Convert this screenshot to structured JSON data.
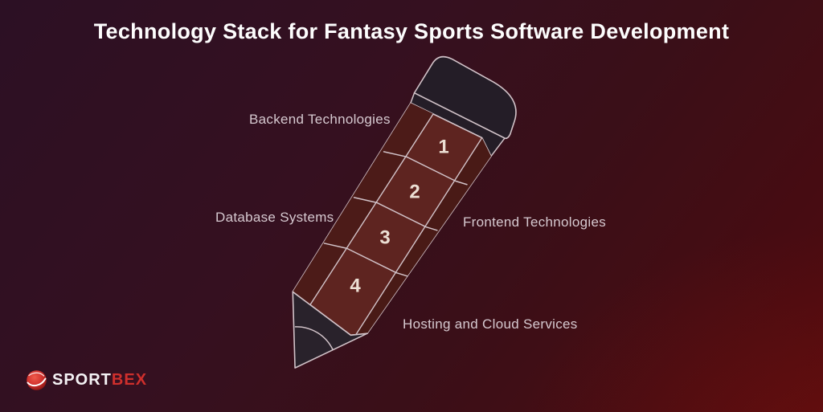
{
  "title": "Technology Stack for Fantasy Sports Software Development",
  "diagram": {
    "type": "pencil-stack",
    "description": "Tilted pencil split into 4 numbered segments, labels alternating left/right",
    "items": [
      {
        "number": "1",
        "label": "Backend Technologies",
        "side": "left"
      },
      {
        "number": "2",
        "label": "Frontend Technologies",
        "side": "right"
      },
      {
        "number": "3",
        "label": "Database Systems",
        "side": "left"
      },
      {
        "number": "4",
        "label": "Hosting and Cloud Services",
        "side": "right"
      }
    ],
    "colors": {
      "pencil_body": "#5e2420",
      "pencil_left_facet": "#4c1b18",
      "pencil_right_facet": "#491a16",
      "pencil_dark_parts": "#241d27",
      "outline": "#d2c3c9",
      "number_text": "#ecdfd4",
      "label_text": "#d6c9d0"
    }
  },
  "logo": {
    "brand_white": "SPORT",
    "brand_red": "BEX",
    "icon": "sportbex-ball-icon",
    "red": "#cf2f2c"
  },
  "background": {
    "top_left": "#2c1024",
    "bottom_right": "#4f0a0e"
  }
}
